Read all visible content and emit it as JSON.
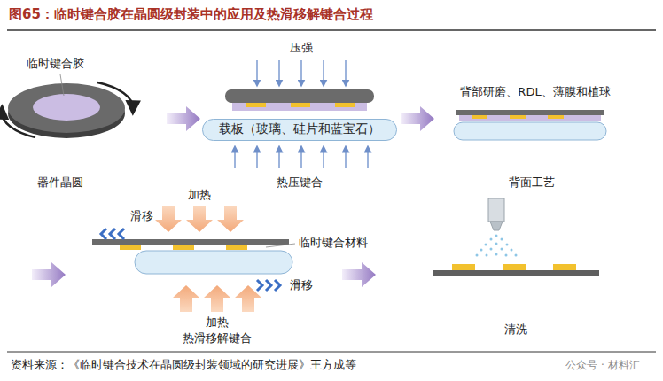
{
  "diagram": {
    "title": "图65：临时键合胶在晶圆级封装中的应用及热滑移解键合过程",
    "caption": "资料来源：《临时键合技术在晶圆级封装领域的研究进展》王方成等",
    "nodes": [
      {
        "text": [
          "载板（玻璃、硅片和蓝宝石）"
        ]
      }
    ],
    "labels": [
      "临时键合胶",
      "器件晶圆",
      "压强",
      "热压键合",
      "背部研磨、RDL、薄膜和植球",
      "背面工艺",
      "加热",
      "滑移",
      "临时键合材料",
      "滑移",
      "加热",
      "热滑移解键合",
      "清洗",
      "公众号 · 材料汇"
    ]
  }
}
